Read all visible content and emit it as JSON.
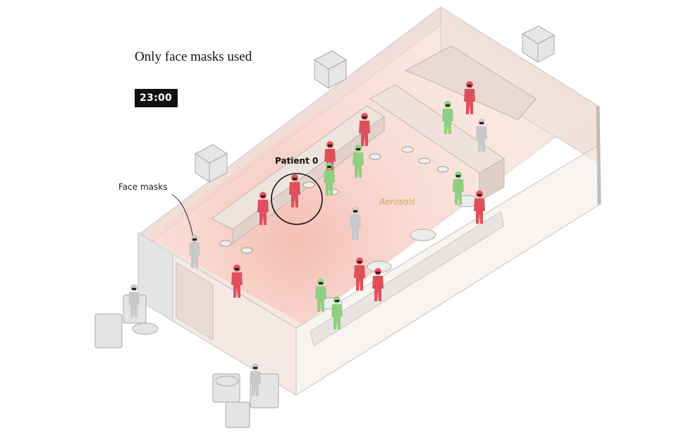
{
  "title": "Only face masks used",
  "time": "23:00",
  "labels": {
    "face_masks": "Face masks",
    "patient": "Patient 0",
    "aerosols": "Aerosols"
  },
  "colors": {
    "infected": "#e0505a",
    "healthy": "#8fcf82",
    "neutral": "#c8c8c8",
    "aerosol": "#d9a15b",
    "wall": "#ececec",
    "floor": "#f7e3dc"
  },
  "people": [
    {
      "status": "infected",
      "role": "patient-zero"
    },
    {
      "status": "infected"
    },
    {
      "status": "infected"
    },
    {
      "status": "infected"
    },
    {
      "status": "infected"
    },
    {
      "status": "infected"
    },
    {
      "status": "infected"
    },
    {
      "status": "infected"
    },
    {
      "status": "infected"
    },
    {
      "status": "healthy"
    },
    {
      "status": "healthy"
    },
    {
      "status": "healthy"
    },
    {
      "status": "healthy"
    },
    {
      "status": "healthy"
    },
    {
      "status": "healthy"
    },
    {
      "status": "neutral"
    },
    {
      "status": "neutral"
    },
    {
      "status": "neutral"
    },
    {
      "status": "neutral"
    },
    {
      "status": "neutral"
    }
  ]
}
